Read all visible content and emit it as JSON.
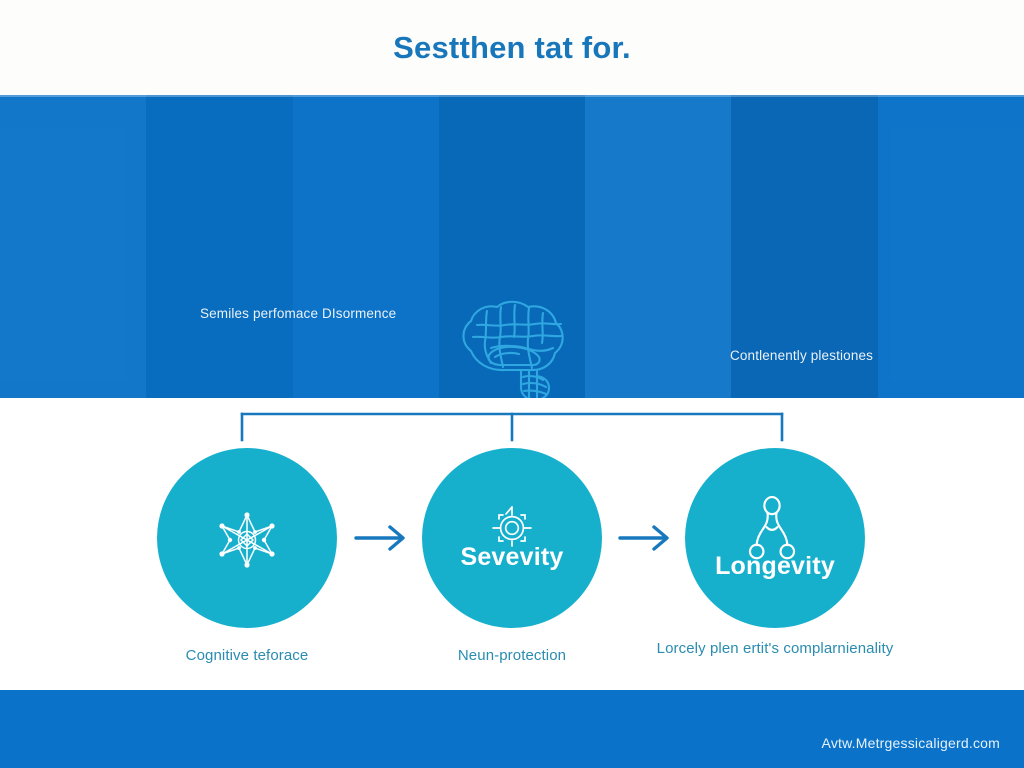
{
  "title": {
    "text": "Sestthen tat for."
  },
  "hero": {
    "left_text": "Semiles perfomace DIsormence",
    "right_text": "Contlenently plestiones",
    "center_icon": "brain-icon",
    "background_color": "#0a72c8"
  },
  "bracket": {
    "color": "#1878be",
    "tick_count": 3
  },
  "nodes": [
    {
      "label": "",
      "icon": "network-node-star-icon",
      "caption": "Cognitive teforace",
      "color": "#16b0cd"
    },
    {
      "label": "Sevevity",
      "icon": "target-crosshair-icon",
      "caption": "Neun-protection",
      "color": "#16b0cd"
    },
    {
      "label": "Longevity",
      "icon": "branching-molecule-icon",
      "caption": "Lorcely plen ertit's complarnienality",
      "color": "#16b0cd"
    }
  ],
  "arrows": {
    "glyph": "arrow-right-icon",
    "color": "#1878be",
    "count": 2
  },
  "footer": {
    "url": "Avtw.Metrgessicaligerd.com",
    "background_color": "#0a72c8"
  },
  "colors": {
    "title_blue": "#1877ba",
    "band_blue": "#0a72c8",
    "circle_teal": "#16b0cd",
    "caption_teal": "#2a8cb0",
    "icon_cyan": "#29a8d8"
  }
}
